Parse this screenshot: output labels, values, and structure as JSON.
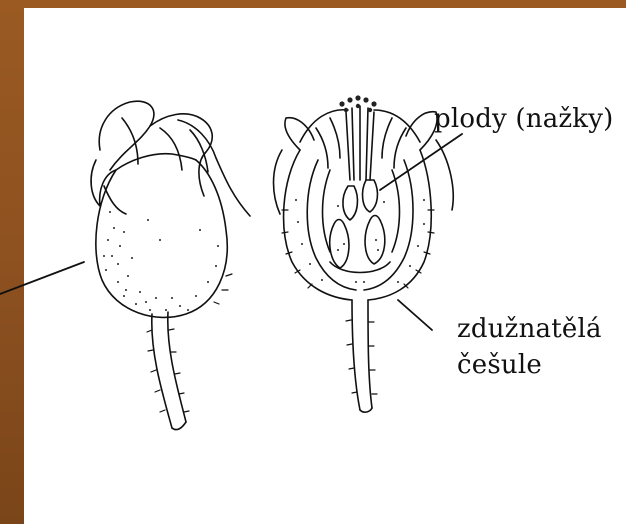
{
  "labels": {
    "fruits": "plody (nažky)",
    "hypanthium_line1": "zdužnatělá",
    "hypanthium_line2": "češule"
  },
  "colors": {
    "frame": "#8c5020",
    "paper": "#ffffff",
    "ink": "#111111"
  }
}
